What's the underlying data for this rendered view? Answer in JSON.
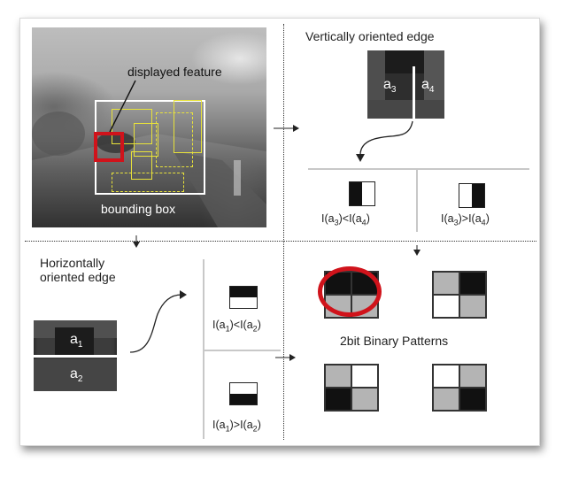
{
  "labels": {
    "displayed_feature": "displayed feature",
    "bounding_box": "bounding box",
    "vertical_edge": "Vertically oriented edge",
    "horizontal_edge_line1": "Horizontally",
    "horizontal_edge_line2": "oriented edge",
    "binary_patterns": "2bit Binary Patterns"
  },
  "patch_labels": {
    "a1": "a",
    "a1_sub": "1",
    "a2": "a",
    "a2_sub": "2",
    "a3": "a",
    "a3_sub": "3",
    "a4": "a",
    "a4_sub": "4"
  },
  "formulas": {
    "f1": {
      "l": "I(a",
      "s1": "3",
      "m": ")<I(a",
      "s2": "4",
      "r": ")"
    },
    "f2": {
      "l": "I(a",
      "s1": "3",
      "m": ")>I(a",
      "s2": "4",
      "r": ")"
    },
    "f3": {
      "l": "I(a",
      "s1": "1",
      "m": ")<I(a",
      "s2": "2",
      "r": ")"
    },
    "f4": {
      "l": "I(a",
      "s1": "1",
      "m": ")>I(a",
      "s2": "2",
      "r": ")"
    }
  },
  "colors": {
    "highlight_red": "#d0131b",
    "feature_box_yellow": "#e8e23a",
    "pattern_dark": "#111111",
    "pattern_gray": "#b4b4b4",
    "pattern_light": "#ffffff"
  }
}
